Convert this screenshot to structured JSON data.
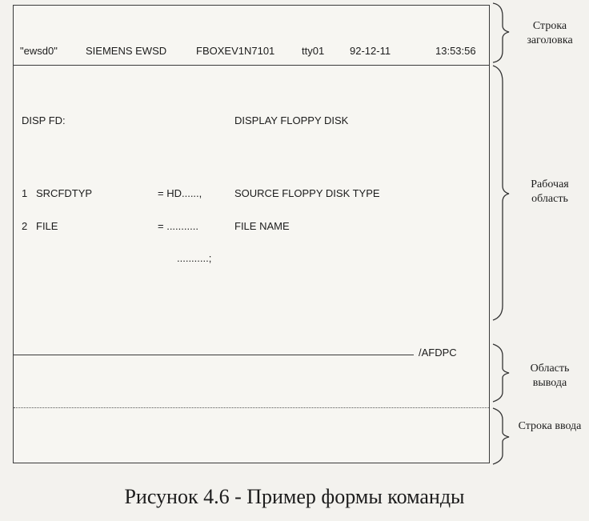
{
  "header": {
    "system": "\"ewsd0\"",
    "vendor": "SIEMENS EWSD",
    "ident": "FBOXEV1N7101",
    "tty": "tty01",
    "date": "92-12-11",
    "time": "13:53:56"
  },
  "work": {
    "command": "DISP FD:",
    "command_desc": "DISPLAY FLOPPY DISK",
    "params": [
      {
        "num": "1",
        "name": "SRCFDTYP",
        "value": "= HD......,",
        "desc": "SOURCE FLOPPY DISK TYPE"
      },
      {
        "num": "2",
        "name": "FILE",
        "value": "= ...........",
        "desc": "FILE NAME"
      }
    ],
    "continuation": "...........;"
  },
  "output": {
    "code": "/AFDPC"
  },
  "annotations": {
    "header_label": "Строка заголовка",
    "work_label": "Рабочая область",
    "output_label": "Область вывода",
    "input_label": "Строка ввода"
  },
  "caption": "Рисунок 4.6 - Пример формы команды"
}
